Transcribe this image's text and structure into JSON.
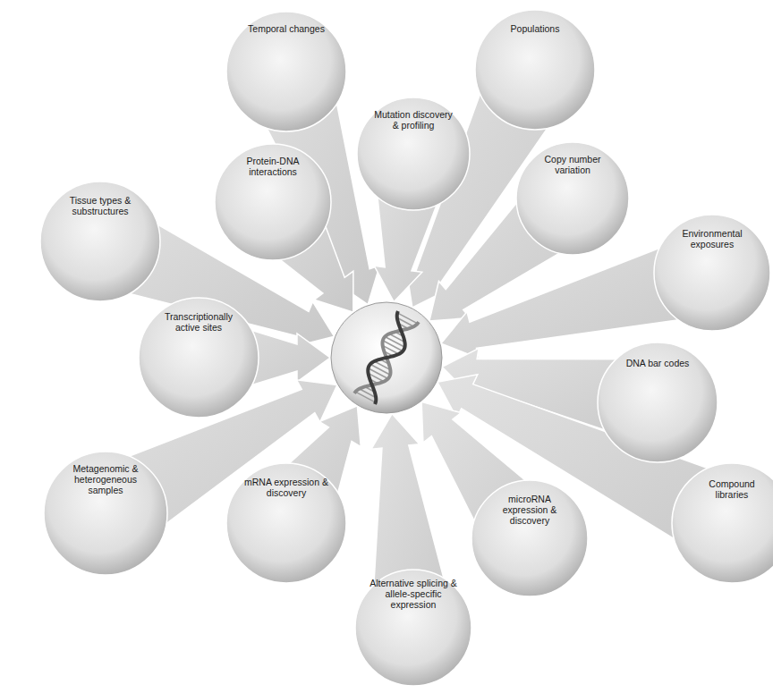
{
  "diagram": {
    "nodes": [
      {
        "text": [
          "Temporal changes"
        ]
      },
      {
        "text": [
          "Populations"
        ]
      },
      {
        "text": [
          "Mutation discovery & profiling"
        ]
      },
      {
        "text": [
          "Protein-DNA interactions"
        ]
      },
      {
        "text": [
          "Copy number variation"
        ]
      },
      {
        "text": [
          "Tissue types & substructures"
        ]
      },
      {
        "text": [
          "Environmental exposures"
        ]
      },
      {
        "text": [
          "Transcriptionally active sites"
        ]
      },
      {
        "text": [
          "DNA bar codes"
        ]
      },
      {
        "text": [
          "Metagenomic & heterogeneous samples"
        ]
      },
      {
        "text": [
          "Compound libraries"
        ]
      },
      {
        "text": [
          "mRNA expression & discovery"
        ]
      },
      {
        "text": [
          "microRNA expression & discovery"
        ]
      },
      {
        "text": [
          "Alternative splicing & allele-specific expression"
        ]
      }
    ]
  }
}
